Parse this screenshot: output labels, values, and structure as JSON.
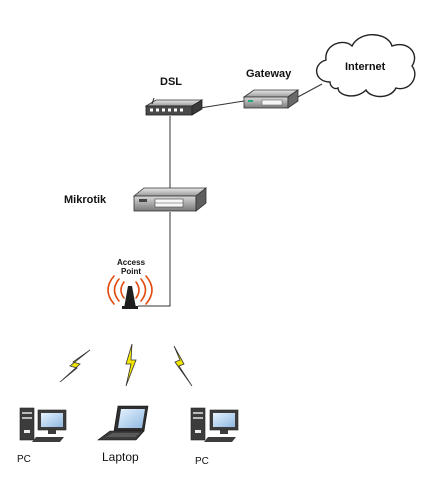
{
  "labels": {
    "internet": "Internet",
    "gateway": "Gateway",
    "dsl": "DSL",
    "mikrotik": "Mikrotik",
    "access_point_line1": "Access",
    "access_point_line2": "Point",
    "pc_left": "PC",
    "laptop": "Laptop",
    "pc_right": "PC"
  },
  "colors": {
    "line": "#333333",
    "lightning": "#f2e600",
    "signal": "#e24a0e",
    "device_dark": "#3c3c3c"
  },
  "icons": [
    "cloud-icon",
    "router-icon",
    "server-icon",
    "antenna-icon",
    "lightning-icon",
    "pc-icon",
    "laptop-icon"
  ]
}
